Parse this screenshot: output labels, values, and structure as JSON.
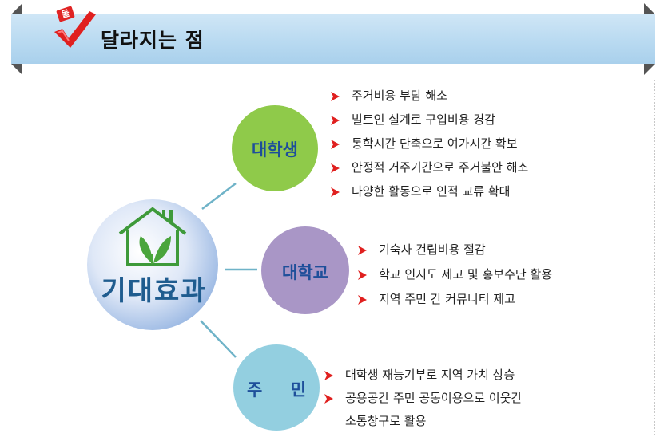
{
  "header": {
    "title": "달라지는 점",
    "badge_text": "돌"
  },
  "center": {
    "label": "기대효과",
    "icon": "house-with-sprout-icon"
  },
  "groups": [
    {
      "label": "대학생",
      "color": "#8fca4a",
      "items": [
        "주거비용 부담 해소",
        "빌트인 설계로 구입비용 경감",
        "통학시간 단축으로 여가시간 확보",
        "안정적 거주기간으로 주거불안 해소",
        "다양한 활동으로 인적 교류 확대"
      ]
    },
    {
      "label": "대학교",
      "color": "#a996c6",
      "items": [
        "기숙사 건립비용 절감",
        "학교 인지도 제고 및 홍보수단 활용",
        "지역 주민 간 커뮤니티 제고"
      ]
    },
    {
      "label": "주 민",
      "color": "#93cfe0",
      "items": [
        "대학생 재능기부로 지역 가치 상승",
        "공용공간 주민 공동이용으로  이웃간",
        "소통창구로 활용"
      ]
    }
  ],
  "colors": {
    "banner": "#b9daf1",
    "connector": "#6fb3c8",
    "arrow": "#e0201f",
    "check": "#e0201f"
  }
}
